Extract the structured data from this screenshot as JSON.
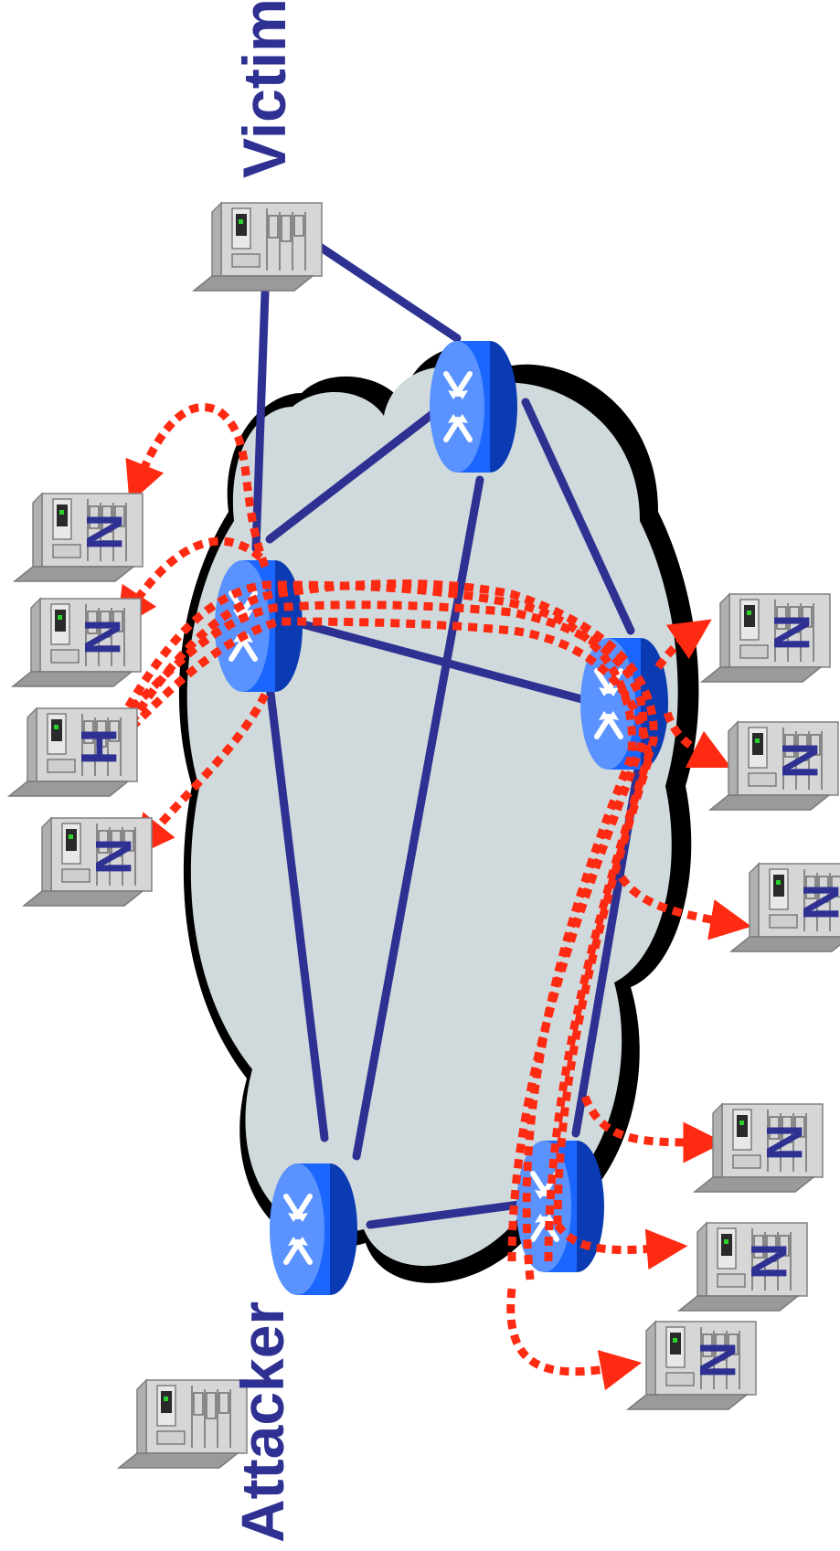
{
  "labels": {
    "victim": "Victim",
    "attacker": "Attacker"
  },
  "host_letters": {
    "normal": "N",
    "highlighted": "H"
  },
  "colors": {
    "link": "#2e3192",
    "attack_flow": "#ff2a12",
    "cloud": "#d0dadc",
    "cloud_shadow": "#000000",
    "router": "#1a66ff",
    "host_body": "#c8c8c8",
    "label": "#2e3192"
  },
  "icons": {
    "router": "router-icon",
    "host": "server-icon",
    "network": "cloud-icon"
  }
}
